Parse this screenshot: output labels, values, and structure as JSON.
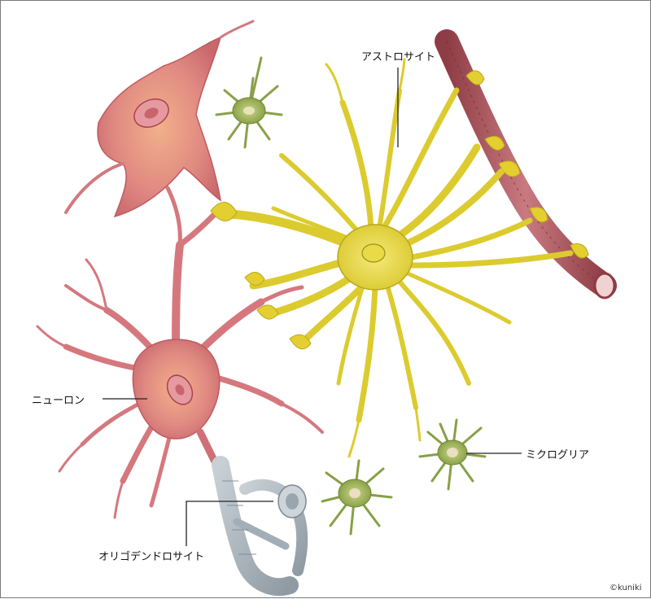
{
  "labels": {
    "astrocyte": "アストロサイト",
    "neuron": "ニューロン",
    "microglia": "ミクログリア",
    "oligodendrocyte": "オリゴデンドロサイト"
  },
  "copyright": "©kuniki",
  "colors": {
    "neuron": "#d8777a",
    "neuron_dark": "#b04a52",
    "astrocyte": "#e6d63a",
    "astrocyte_dark": "#b9a81a",
    "microglia": "#8fa84e",
    "oligodendrocyte": "#a9b4bd",
    "vessel": "#b85a63"
  }
}
